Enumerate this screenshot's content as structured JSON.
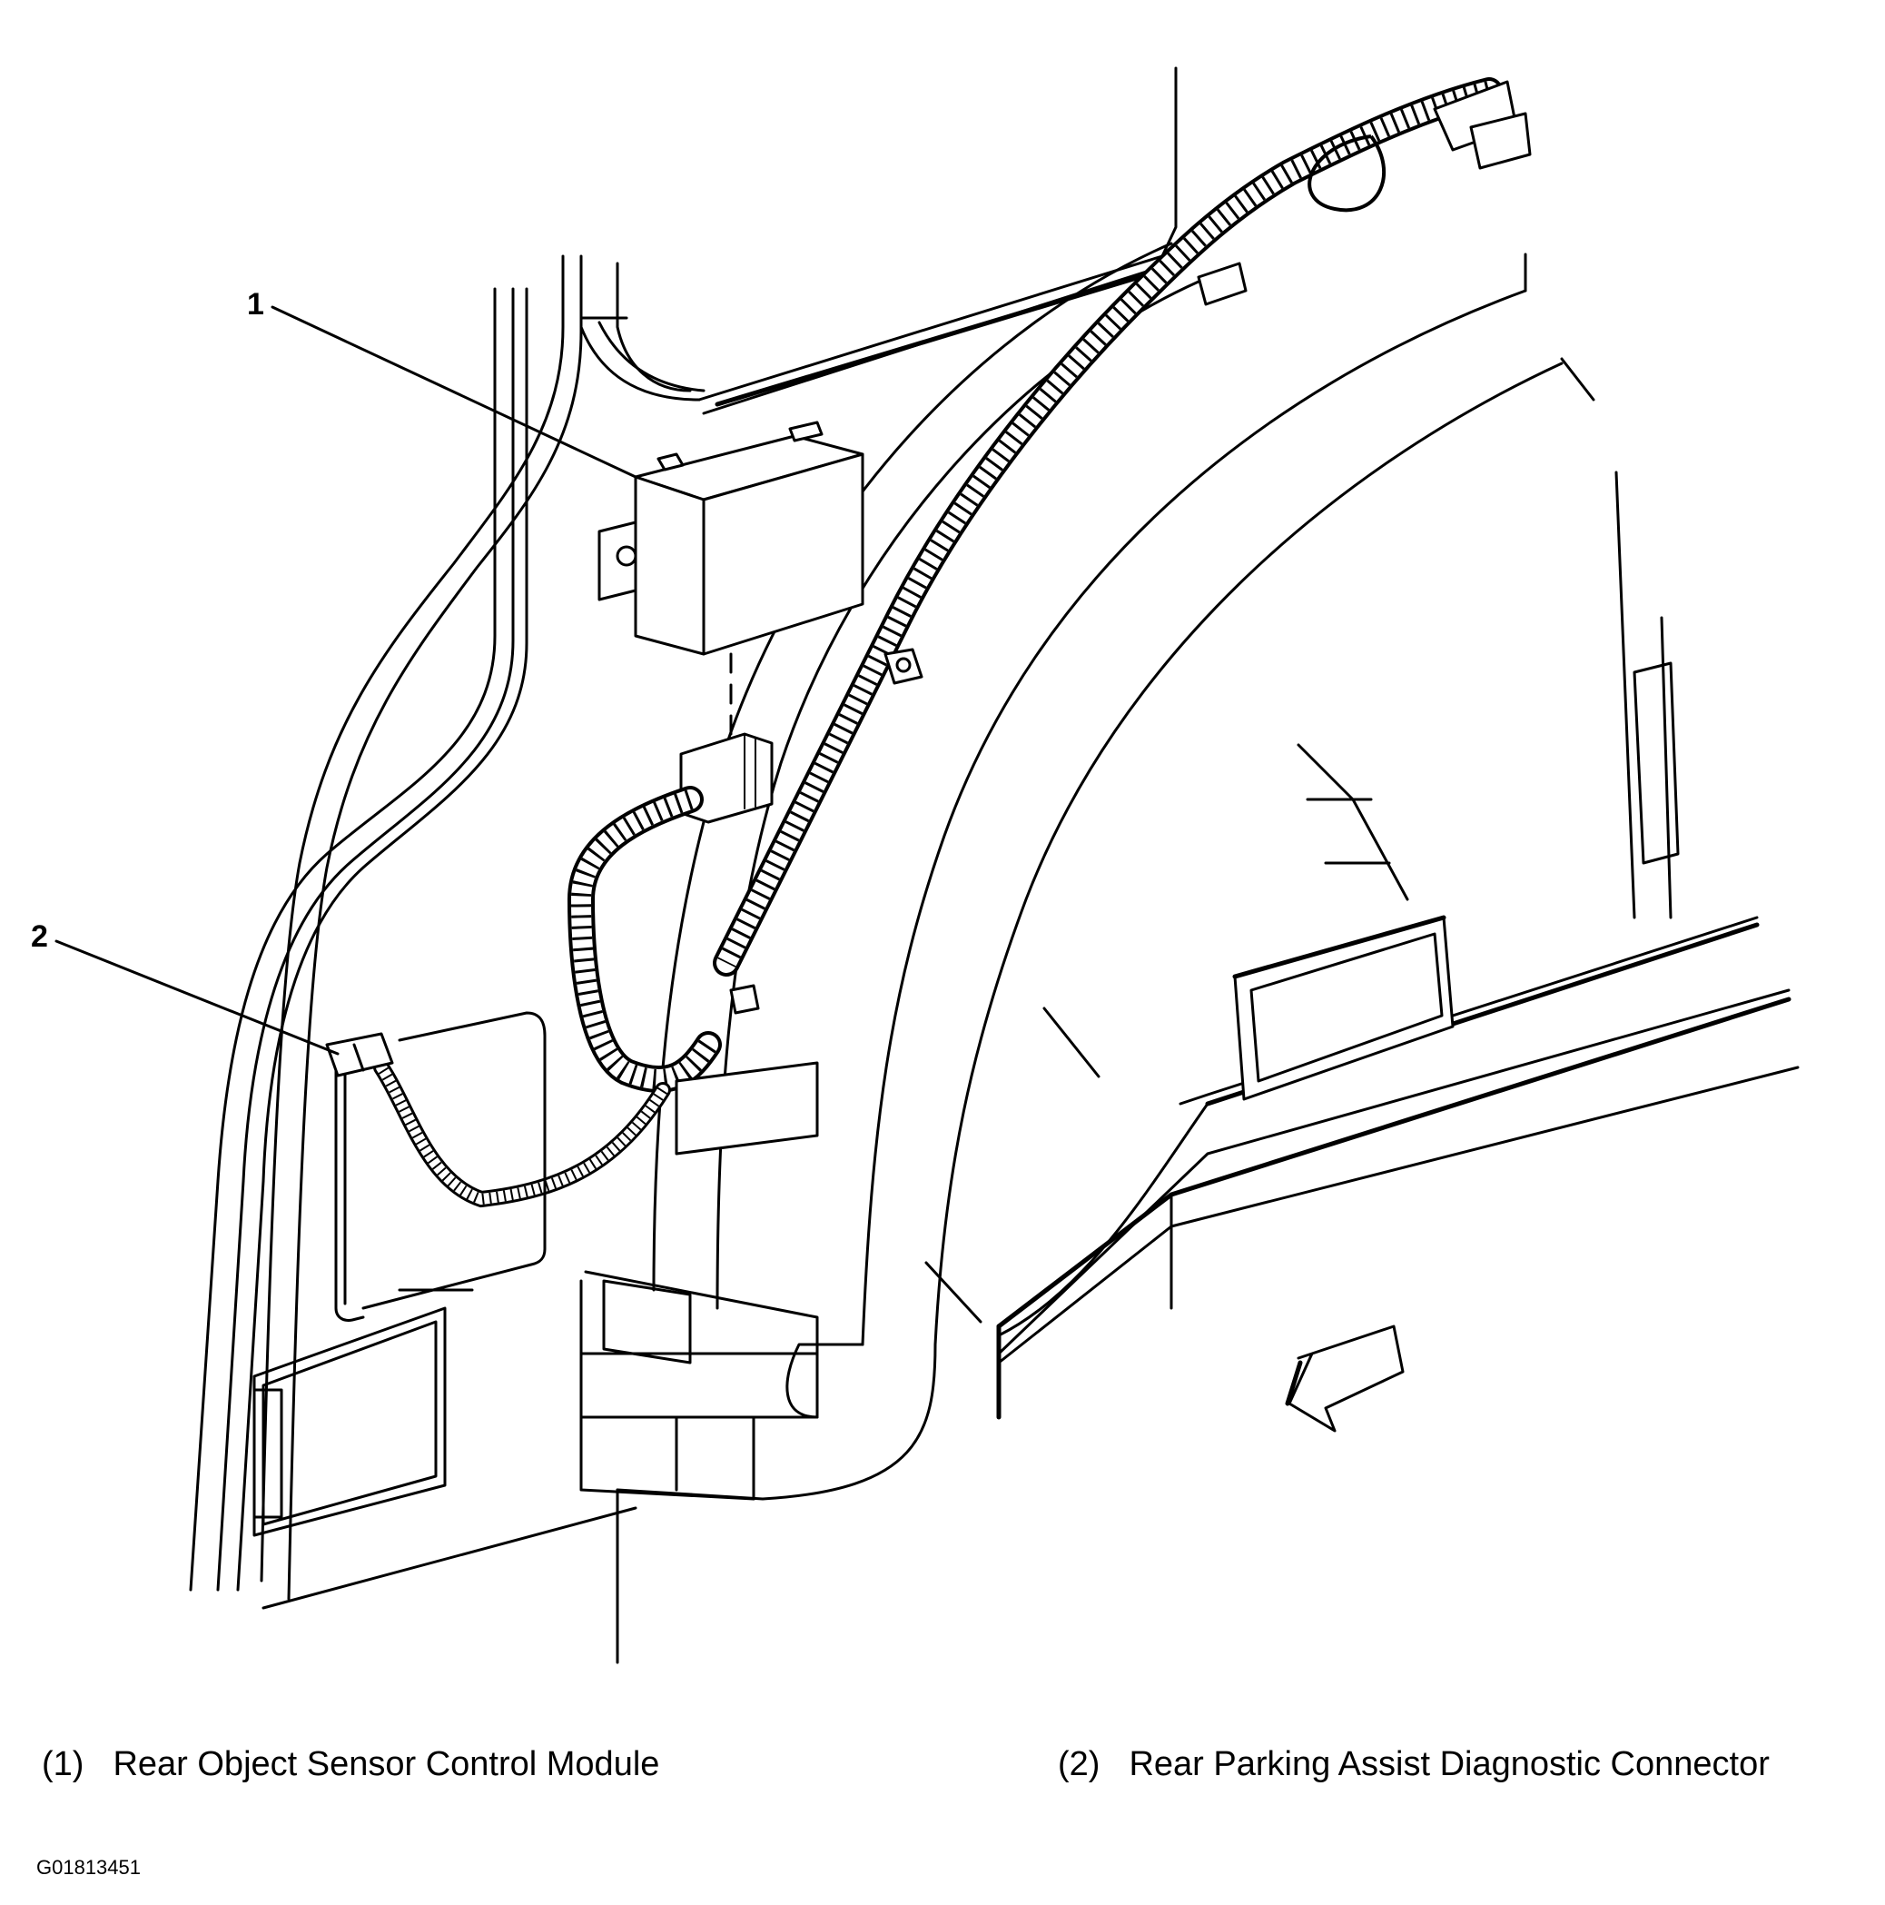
{
  "callouts": [
    {
      "number": "1",
      "label": "Rear Object Sensor Control Module",
      "caption_number": "(1)"
    },
    {
      "number": "2",
      "label": "Rear Parking Assist Diagnostic Connector",
      "caption_number": "(2)"
    }
  ],
  "figure_id": "G01813451",
  "icons": {
    "arrow": "front-direction-arrow-icon"
  }
}
